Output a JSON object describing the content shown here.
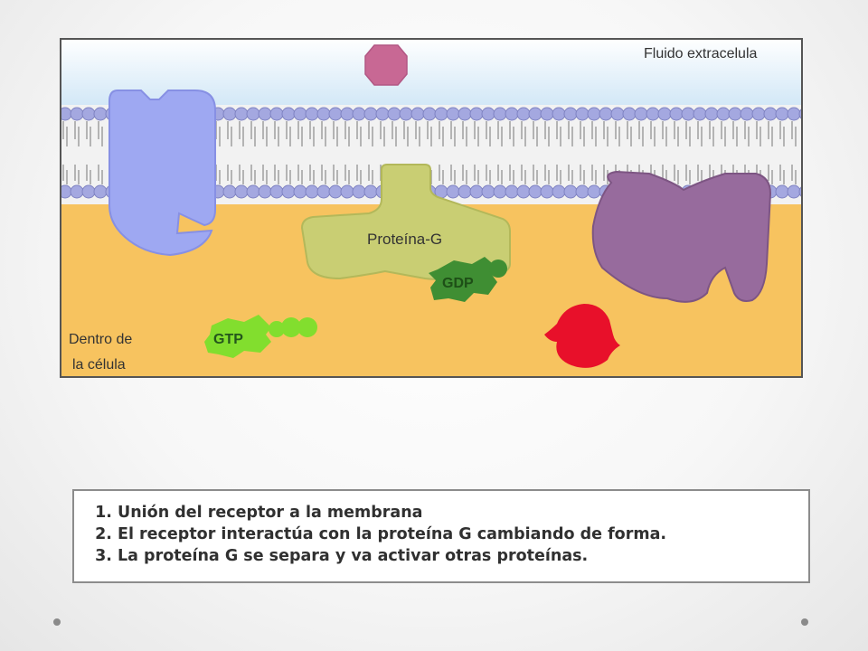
{
  "diagram": {
    "labels": {
      "outside": "Fluido extracelula",
      "inside_line1": "Dentro de",
      "inside_line2": "la célula",
      "g_protein": "Proteína-G",
      "gdp": "GDP",
      "gtp": "GTP"
    },
    "colors": {
      "extracellular": "#cfe6f6",
      "cytoplasm": "#f7c35f",
      "lipid_head": "#a4a8e0",
      "receptor": "#9ea8f2",
      "signal_molecule": "#c86894",
      "g_protein": "#c9ce73",
      "gdp": "#3f8e33",
      "gtp": "#82de2e",
      "effector": "#976b9d",
      "red_protein": "#e8102a"
    }
  },
  "steps": [
    "Unión del receptor a la membrana",
    "El receptor interactúa con la proteína G cambiando de forma.",
    "La proteína G se separa y va activar otras proteínas."
  ]
}
